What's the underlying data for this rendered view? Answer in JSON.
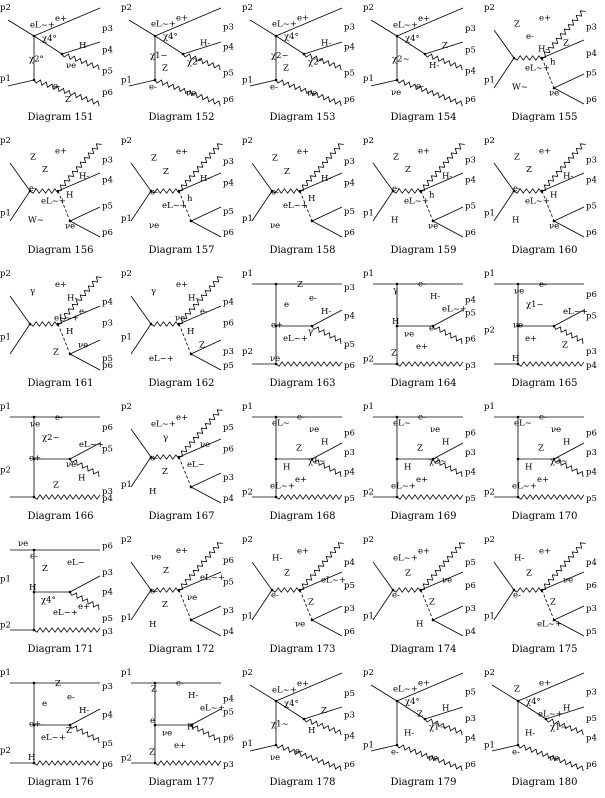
{
  "caption_prefix": "Diagram",
  "diagrams": [
    {
      "number": 151,
      "labels": [
        "p2",
        "e+",
        "eL~+",
        "p3",
        "χ4°",
        "H-",
        "p4",
        "χ2°",
        "νe",
        "p5",
        "p1",
        "e-",
        "p6",
        "Z"
      ]
    },
    {
      "number": 152,
      "labels": [
        "p2",
        "e+",
        "eL~+",
        "p3",
        "χ4°",
        "H-",
        "p4",
        "χ1~",
        "χ2°",
        "Z",
        "p5",
        "p1",
        "e-",
        "νe",
        "p6"
      ]
    },
    {
      "number": 153,
      "labels": [
        "p2",
        "e+",
        "eL~+",
        "p3",
        "χ4°",
        "H-",
        "p4",
        "χ2~",
        "χ2°",
        "Z",
        "p5",
        "p1",
        "e-",
        "νe",
        "p6"
      ]
    },
    {
      "number": 154,
      "labels": [
        "p2",
        "e+",
        "eL~+",
        "p3",
        "χ4°",
        "Z",
        "p5",
        "χ2~",
        "H-",
        "p4",
        "p1",
        "e-",
        "νe",
        "p6"
      ]
    },
    {
      "number": 155,
      "labels": [
        "p2",
        "e+",
        "Z",
        "p3",
        "e-",
        "Z",
        "H-",
        "p4",
        "h",
        "eL~+",
        "p5",
        "p1",
        "W~",
        "νe",
        "p6"
      ]
    },
    {
      "number": 156,
      "labels": [
        "p2",
        "e+",
        "Z",
        "p3",
        "Z",
        "H-",
        "p4",
        "e-",
        "H",
        "eL~+",
        "p5",
        "p1",
        "W~",
        "νe",
        "p6"
      ]
    },
    {
      "number": 157,
      "labels": [
        "p2",
        "e+",
        "Z",
        "p3",
        "Z",
        "H-",
        "p4",
        "e-",
        "h",
        "eL~+",
        "p5",
        "p1",
        "νe",
        "p6"
      ]
    },
    {
      "number": 158,
      "labels": [
        "p2",
        "e+",
        "Z",
        "p3",
        "Z",
        "H-",
        "p4",
        "e-",
        "H",
        "eL~+",
        "p5",
        "p1",
        "νe",
        "p6"
      ]
    },
    {
      "number": 159,
      "labels": [
        "p2",
        "e+",
        "Z",
        "p3",
        "Z",
        "H-",
        "p4",
        "e-",
        "h",
        "eL~+",
        "p5",
        "p1",
        "H",
        "νe",
        "p6"
      ]
    },
    {
      "number": 160,
      "labels": [
        "p2",
        "e+",
        "Z",
        "p3",
        "Z",
        "H-",
        "p4",
        "e-",
        "H",
        "eL~+",
        "p5",
        "p1",
        "H",
        "νe",
        "p6"
      ]
    },
    {
      "number": 161,
      "labels": [
        "p2",
        "e+",
        "γ",
        "H-",
        "p4",
        "e-",
        "eL~+",
        "p3",
        "H",
        "p1",
        "νe",
        "Z",
        "p5",
        "p6"
      ]
    },
    {
      "number": 162,
      "labels": [
        "p2",
        "e+",
        "γ",
        "H-",
        "p4",
        "e-",
        "νe",
        "p6",
        "H",
        "p1",
        "Z",
        "p3",
        "eL~+",
        "p5"
      ]
    },
    {
      "number": 163,
      "labels": [
        "p1",
        "Z",
        "p3",
        "e-",
        "e",
        "H-",
        "p4",
        "e+",
        "γ",
        "eL~+",
        "p5",
        "p2",
        "νe",
        "p6"
      ]
    },
    {
      "number": 164,
      "labels": [
        "p1",
        "e-",
        "γ",
        "H-",
        "p4",
        "eL~+",
        "p5",
        "H",
        "e",
        "νe",
        "p6",
        "e+",
        "Z",
        "p2",
        "p3"
      ]
    },
    {
      "number": 165,
      "labels": [
        "p1",
        "e-",
        "νe",
        "p6",
        "χ1~",
        "eL~+",
        "p5",
        "νe",
        "p2",
        "e+",
        "Z",
        "p3",
        "H",
        "p4"
      ]
    },
    {
      "number": 166,
      "labels": [
        "p1",
        "e-",
        "νe",
        "p6",
        "χ2~",
        "eL~+",
        "p5",
        "e+",
        "νe",
        "p2",
        "H",
        "Z",
        "p3",
        "p4"
      ]
    },
    {
      "number": 167,
      "labels": [
        "p2",
        "e+",
        "eL~+",
        "p5",
        "γ",
        "νe",
        "p6",
        "e-",
        "eL~",
        "Z",
        "p3",
        "p1",
        "H",
        "p4"
      ]
    },
    {
      "number": 168,
      "labels": [
        "p1",
        "e-",
        "eL~",
        "νe",
        "p6",
        "H",
        "Z",
        "p3",
        "χ1~",
        "H",
        "p4",
        "e+",
        "eL~+",
        "p2",
        "p5"
      ]
    },
    {
      "number": 169,
      "labels": [
        "p1",
        "e-",
        "eL~",
        "νe",
        "p6",
        "H",
        "Z",
        "p3",
        "χ2~",
        "H",
        "p4",
        "e+",
        "eL~+",
        "p2",
        "p5"
      ]
    },
    {
      "number": 170,
      "labels": [
        "p1",
        "e-",
        "eL~",
        "νe",
        "p6",
        "H",
        "Z",
        "p3",
        "χ3~",
        "H",
        "p4",
        "e+",
        "eL~+",
        "p2",
        "p5"
      ]
    },
    {
      "number": 171,
      "labels": [
        "νe",
        "p6",
        "e-",
        "eL~",
        "Z",
        "p3",
        "p1",
        "H",
        "p4",
        "χ4°",
        "e+",
        "eL~+",
        "p5",
        "p2",
        "p3"
      ]
    },
    {
      "number": 172,
      "labels": [
        "p2",
        "e+",
        "νe",
        "p6",
        "Z",
        "eL~+",
        "p5",
        "e-",
        "νe",
        "Z",
        "p3",
        "p1",
        "H",
        "p4"
      ]
    },
    {
      "number": 173,
      "labels": [
        "p2",
        "e+",
        "H-",
        "p4",
        "Z",
        "eL~+",
        "p5",
        "e-",
        "Z",
        "p3",
        "p1",
        "νe",
        "p6"
      ]
    },
    {
      "number": 174,
      "labels": [
        "p2",
        "e+",
        "eL~+",
        "p5",
        "Z",
        "νe",
        "p6",
        "e-",
        "Z",
        "p3",
        "p1",
        "H",
        "p4"
      ]
    },
    {
      "number": 175,
      "labels": [
        "p2",
        "e+",
        "H-",
        "p4",
        "Z",
        "νe",
        "p6",
        "e-",
        "Z",
        "p3",
        "p1",
        "eL~+",
        "p5"
      ]
    },
    {
      "number": 176,
      "labels": [
        "p1",
        "Z",
        "p3",
        "e-",
        "e",
        "H-",
        "p4",
        "e+",
        "Z",
        "eL~+",
        "p5",
        "p2",
        "H",
        "p6"
      ]
    },
    {
      "number": 177,
      "labels": [
        "p1",
        "e-",
        "Z",
        "H-",
        "p4",
        "eL~+",
        "p5",
        "e",
        "H",
        "νe",
        "p6",
        "e+",
        "Z",
        "p2",
        "p3"
      ]
    },
    {
      "number": 178,
      "labels": [
        "p2",
        "e+",
        "eL~+",
        "p5",
        "χ4°",
        "Z",
        "p3",
        "χ1~",
        "H",
        "p4",
        "p1",
        "e-",
        "νe",
        "p6"
      ]
    },
    {
      "number": 179,
      "labels": [
        "p2",
        "e+",
        "eL~+",
        "p5",
        "χ4°",
        "H",
        "Z",
        "p3",
        "χ1~",
        "H-",
        "p4",
        "p1",
        "e-",
        "νe",
        "p6"
      ]
    },
    {
      "number": 180,
      "labels": [
        "p2",
        "e+",
        "Z",
        "p3",
        "χ4°",
        "H",
        "eL~+",
        "p5",
        "χ1~",
        "H-",
        "p4",
        "p1",
        "e-",
        "νe",
        "p6"
      ]
    }
  ]
}
